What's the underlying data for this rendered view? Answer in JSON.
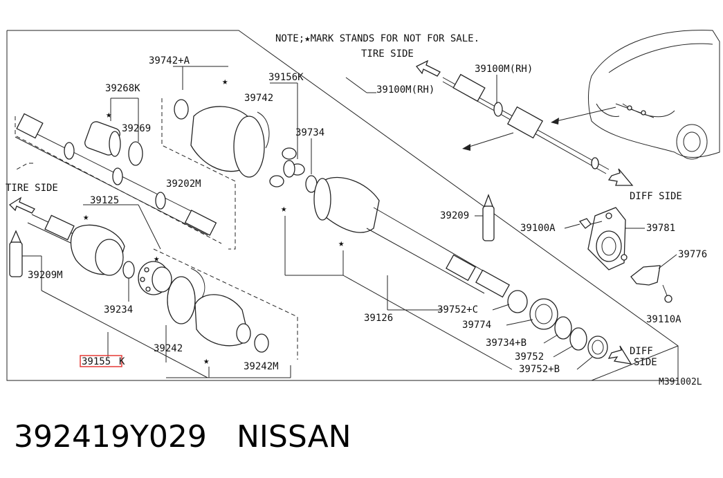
{
  "note": "NOTE;★MARK STANDS FOR NOT FOR SALE.",
  "sides": {
    "tire_top": "TIRE SIDE",
    "tire_left": "TIRE SIDE",
    "diff_top": "DIFF SIDE",
    "diff_bottom_1": "DIFF",
    "diff_bottom_2": "SIDE"
  },
  "star": "★",
  "labels": {
    "p39742A": "39742+A",
    "p39156K": "39156K",
    "p39100M_RH_1": "39100M(RH)",
    "p39100M_RH_2": "39100M(RH)",
    "p39268K": "39268K",
    "p39742": "39742",
    "p39269": "39269",
    "p39734": "39734",
    "p39202M": "39202M",
    "p39125": "39125",
    "p39209_r": "39209",
    "p39100A": "39100A",
    "p39781": "39781",
    "p39776": "39776",
    "p39209M": "39209M",
    "p39234": "39234",
    "p39126": "39126",
    "p39752C": "39752+C",
    "p39774": "39774",
    "p39110A": "39110A",
    "p39242": "39242",
    "p39734B": "39734+B",
    "p39752": "39752",
    "p39752B": "39752+B",
    "p39155_1": "39155",
    "p39155_2": "K",
    "p39242M": "39242M"
  },
  "diagram_code": "M391002L",
  "caption": {
    "part_number": "392419Y029",
    "brand": "NISSAN"
  },
  "colors": {
    "highlight": "#e53935",
    "ink": "#222222"
  }
}
